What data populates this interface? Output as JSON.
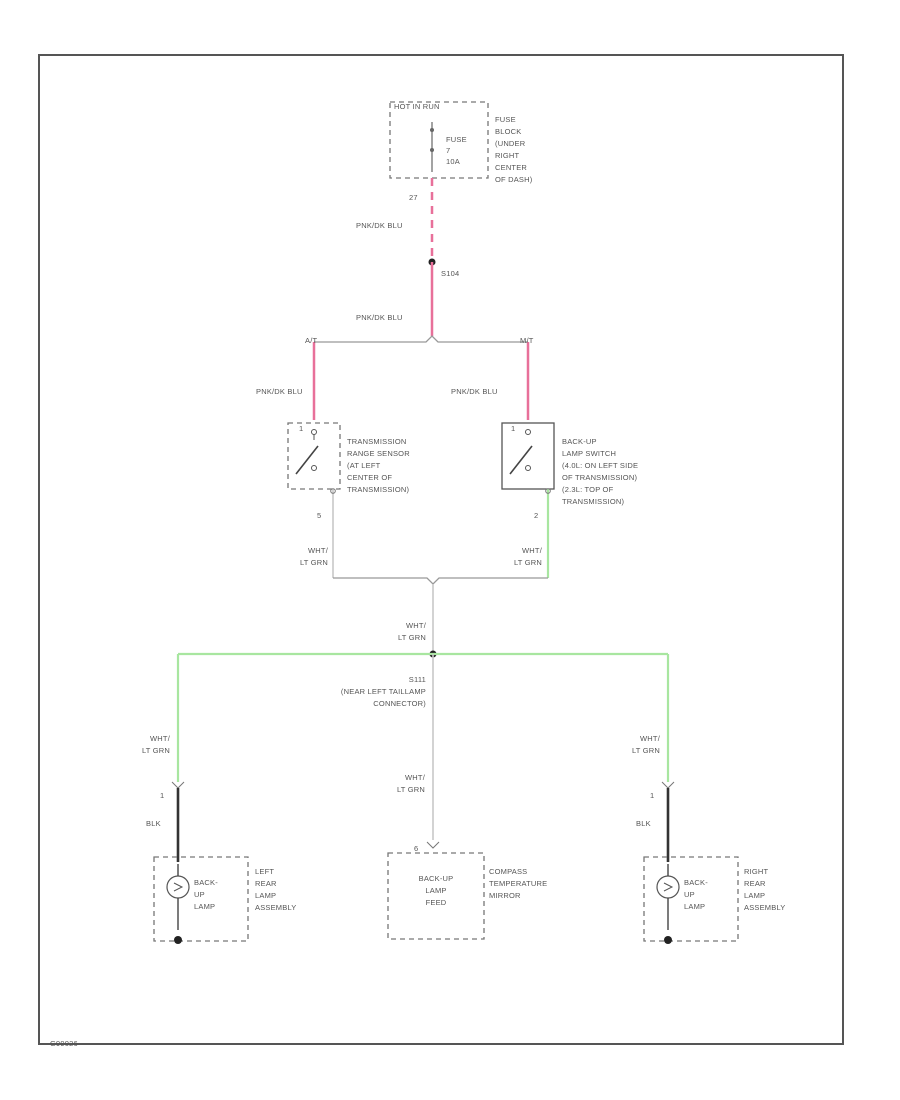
{
  "colors": {
    "frame": "#555555",
    "wire_pink": "#e8709a",
    "wire_lt_green": "#a8e6a0",
    "wire_white": "#c8c8c8",
    "wire_black": "#333333",
    "component_outline": "#777777"
  },
  "fuse": {
    "top_label": "HOT IN RUN",
    "fuse_label": [
      "FUSE",
      "7",
      "10A"
    ],
    "location": [
      "FUSE",
      "BLOCK",
      "(UNDER",
      "RIGHT",
      "CENTER",
      "OF DASH)"
    ],
    "pin": "27"
  },
  "wires": {
    "pnk_blu_1": "PNK/DK BLU",
    "splice_top": "S104",
    "pnk_blu_2": "PNK/DK BLU",
    "tag_left": "A/T",
    "tag_right": "M/T",
    "pnk_blu_left": "PNK/DK BLU",
    "pnk_blu_right": "PNK/DK BLU",
    "wht_ltgrn_left": [
      "WHT/",
      "LT GRN"
    ],
    "wht_ltgrn_right": [
      "WHT/",
      "LT GRN"
    ],
    "wht_ltgrn_center": [
      "WHT/",
      "LT GRN"
    ],
    "splice_bottom": [
      "S111",
      "(NEAR LEFT TAILLAMP",
      "CONNECTOR)"
    ],
    "wht_ltgrn_lamp_left": [
      "WHT/",
      "LT GRN"
    ],
    "wht_ltgrn_mirror": [
      "WHT/",
      "LT GRN"
    ],
    "wht_ltgrn_lamp_right": [
      "WHT/",
      "LT GRN"
    ],
    "blk_left": "BLK",
    "blk_right": "BLK"
  },
  "switches": {
    "trs_label": [
      "TRANSMISSION",
      "RANGE SENSOR",
      "(AT LEFT",
      "CENTER OF",
      "TRANSMISSION)"
    ],
    "trs_pin_top": "1",
    "trs_pin_bottom": "5",
    "backup_switch_label": [
      "BACK-UP",
      "LAMP SWITCH",
      "(4.0L: ON LEFT SIDE",
      "OF TRANSMISSION)",
      "(2.3L: TOP OF",
      "TRANSMISSION)"
    ],
    "backup_pin_top": "1",
    "backup_pin_bottom": "2"
  },
  "lamps": {
    "left_inner": [
      "BACK-",
      "UP",
      "LAMP"
    ],
    "left_label": [
      "LEFT",
      "REAR",
      "LAMP",
      "ASSEMBLY"
    ],
    "left_pin": "1",
    "right_inner": [
      "BACK-",
      "UP",
      "LAMP"
    ],
    "right_label": [
      "RIGHT",
      "REAR",
      "LAMP",
      "ASSEMBLY"
    ],
    "right_pin": "1"
  },
  "mirror": {
    "inner": [
      "BACK-UP",
      "LAMP",
      "FEED"
    ],
    "label": [
      "COMPASS",
      "TEMPERATURE",
      "MIRROR"
    ],
    "pin": "6"
  },
  "figure_id": "G99026"
}
